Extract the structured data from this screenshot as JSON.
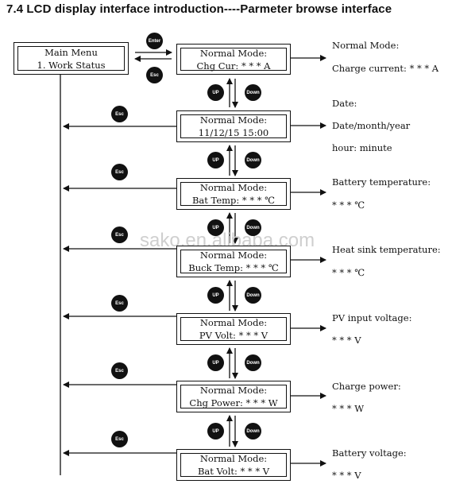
{
  "title": "7.4 LCD display interface introduction----Parmeter browse interface",
  "main_menu": {
    "line1": "Main Menu",
    "line2": "1. Work Status"
  },
  "buttons": {
    "enter": "Enter",
    "esc": "Esc",
    "up": "UP",
    "down": "Down"
  },
  "screens": [
    {
      "line1": "Normal Mode:",
      "line2": "Chg Cur: * * * A",
      "desc": [
        "Normal Mode:",
        "Charge current: * * * A"
      ]
    },
    {
      "line1": "Normal Mode:",
      "line2": "11/12/15  15:00",
      "desc": [
        "Date:",
        "Date/month/year",
        "hour: minute"
      ]
    },
    {
      "line1": "Normal Mode:",
      "line2": "Bat Temp: * * * ℃",
      "desc": [
        "Battery temperature:",
        "* * * ℃"
      ]
    },
    {
      "line1": "Normal Mode:",
      "line2": "Buck Temp: * * * ℃",
      "desc": [
        "Heat sink temperature:",
        "* * * ℃"
      ]
    },
    {
      "line1": "Normal Mode:",
      "line2": "PV Volt: * * * V",
      "desc": [
        "PV input voltage:",
        "* * * V"
      ]
    },
    {
      "line1": "Normal Mode:",
      "line2": "Chg Power: * * * W",
      "desc": [
        "Charge power:",
        "* * * W"
      ]
    },
    {
      "line1": "Normal Mode:",
      "line2": "Bat Volt: * * * V",
      "desc": [
        "Battery voltage:",
        "* * * V"
      ]
    }
  ],
  "watermark": "sako.en.alibaba.com"
}
